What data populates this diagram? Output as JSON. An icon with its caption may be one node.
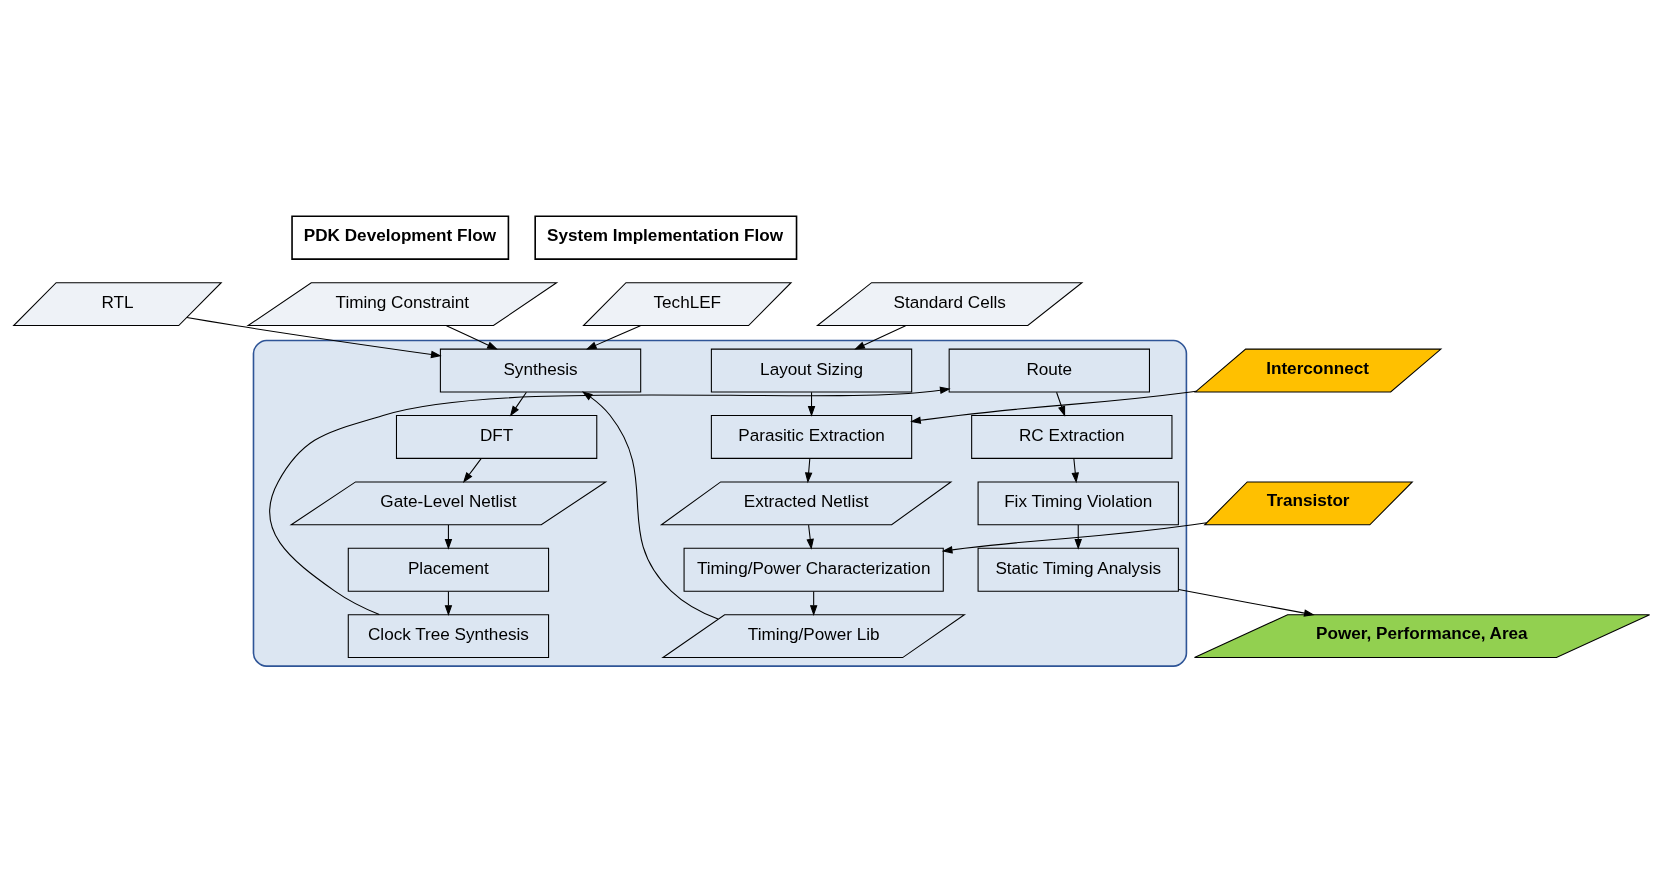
{
  "diagram": {
    "nodes": [
      {
        "text": [
          "PDK Development Flow"
        ]
      },
      {
        "text": [
          "System Implementation Flow"
        ]
      },
      {
        "text": [],
        "shape": "box"
      },
      {
        "text": [
          "Standard Cells"
        ]
      },
      {
        "text": [
          "TechLEF"
        ]
      },
      {
        "text": [
          "RTL"
        ]
      },
      {
        "text": [
          "Timing Constraint"
        ]
      },
      {
        "text": [
          "Interconnect"
        ]
      },
      {
        "text": [
          "Transistor"
        ]
      },
      {
        "text": [
          "Layout Sizing"
        ],
        "in": 2
      },
      {
        "text": [
          "Parasitic Extraction"
        ],
        "in": 2
      },
      {
        "text": [
          "Extracted Netlist"
        ],
        "in": 2
      },
      {
        "text": [
          "Timing/Power Characterization"
        ],
        "in": 2
      },
      {
        "text": [
          "Timing/Power Lib"
        ],
        "in": 2
      },
      {
        "text": [
          "Synthesis"
        ],
        "in": 2
      },
      {
        "text": [
          "DFT"
        ],
        "in": 2
      },
      {
        "text": [
          "Gate-Level Netlist"
        ],
        "in": 2
      },
      {
        "text": [
          "Placement"
        ],
        "in": 2
      },
      {
        "text": [
          "Clock Tree Synthesis"
        ],
        "in": 2
      },
      {
        "text": [
          "Route"
        ],
        "in": 2
      },
      {
        "text": [
          "RC Extraction"
        ],
        "in": 2
      },
      {
        "text": [
          "Fix Timing Violation"
        ],
        "in": 2
      },
      {
        "text": [
          "Static Timing Analysis"
        ],
        "in": 2
      },
      {
        "text": [
          "Power, Performance, Area"
        ]
      }
    ],
    "edges": [
      {
        "from": 3,
        "to": 9,
        "arrow": "to"
      },
      {
        "from": 4,
        "to": 14,
        "arrow": "to"
      },
      {
        "from": 5,
        "to": 14,
        "arrow": "to"
      },
      {
        "from": 6,
        "to": 14,
        "arrow": "to"
      },
      {
        "from": 9,
        "to": 10,
        "arrow": "to"
      },
      {
        "from": 7,
        "to": 10,
        "arrow": "to"
      },
      {
        "from": 10,
        "to": 11,
        "arrow": "to"
      },
      {
        "from": 11,
        "to": 12,
        "arrow": "to"
      },
      {
        "from": 8,
        "to": 12,
        "arrow": "to"
      },
      {
        "from": 12,
        "to": 13,
        "arrow": "to"
      },
      {
        "from": 13,
        "to": 14,
        "arrow": "to"
      },
      {
        "from": 14,
        "to": 15,
        "arrow": "to"
      },
      {
        "from": 15,
        "to": 16,
        "arrow": "to"
      },
      {
        "from": 16,
        "to": 17,
        "arrow": "to"
      },
      {
        "from": 17,
        "to": 18,
        "arrow": "to"
      },
      {
        "from": 18,
        "to": 19,
        "arrow": "to"
      },
      {
        "from": 19,
        "to": 20,
        "arrow": "to"
      },
      {
        "from": 20,
        "to": 21,
        "arrow": "to"
      },
      {
        "from": 21,
        "to": 22,
        "arrow": "to"
      },
      {
        "from": 22,
        "to": 23,
        "arrow": "to"
      }
    ]
  }
}
